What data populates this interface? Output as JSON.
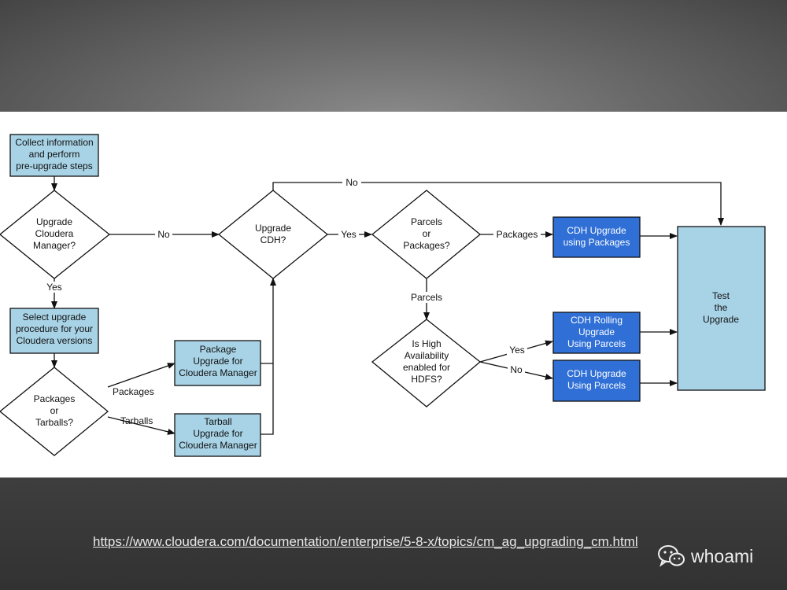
{
  "diagram": {
    "nodes": {
      "collect_info": [
        "Collect information",
        "and perform",
        "pre-upgrade steps"
      ],
      "upgrade_cm": [
        "Upgrade",
        "Cloudera",
        "Manager?"
      ],
      "select_procedure": [
        "Select upgrade",
        "procedure for your",
        "Cloudera versions"
      ],
      "packages_or_tarballs": [
        "Packages",
        "or",
        "Tarballs?"
      ],
      "package_upgrade_cm": [
        "Package",
        "Upgrade for",
        "Cloudera Manager"
      ],
      "tarball_upgrade_cm": [
        "Tarball",
        "Upgrade for",
        "Cloudera Manager"
      ],
      "upgrade_cdh": [
        "Upgrade",
        "CDH?"
      ],
      "parcels_or_packages": [
        "Parcels",
        "or",
        "Packages?"
      ],
      "cdh_upgrade_packages": [
        "CDH Upgrade",
        "using Packages"
      ],
      "is_high_availability": [
        "Is High",
        "Availability",
        "enabled for",
        "HDFS?"
      ],
      "cdh_rolling_upgrade": [
        "CDH Rolling",
        "Upgrade",
        "Using Parcels"
      ],
      "cdh_upgrade_parcels": [
        "CDH Upgrade",
        "Using Parcels"
      ],
      "test_upgrade": [
        "Test",
        "the",
        "Upgrade"
      ]
    },
    "edge_labels": {
      "cm_yes": "Yes",
      "cm_no": "No",
      "cdh_no": "No",
      "cdh_yes": "Yes",
      "packages": "Packages",
      "tarballs": "Tarballs",
      "pp_packages": "Packages",
      "pp_parcels": "Parcels",
      "ha_yes": "Yes",
      "ha_no": "No"
    }
  },
  "footer": {
    "source_url": "https://www.cloudera.com/documentation/enterprise/5-8-x/topics/cm_ag_upgrading_cm.html",
    "watermark_icon": "wechat-icon",
    "watermark_text": "whoami"
  },
  "colors": {
    "light_box": "#a8d3e6",
    "dark_box": "#2f6fd6",
    "test_box": "#a8d3e6"
  }
}
